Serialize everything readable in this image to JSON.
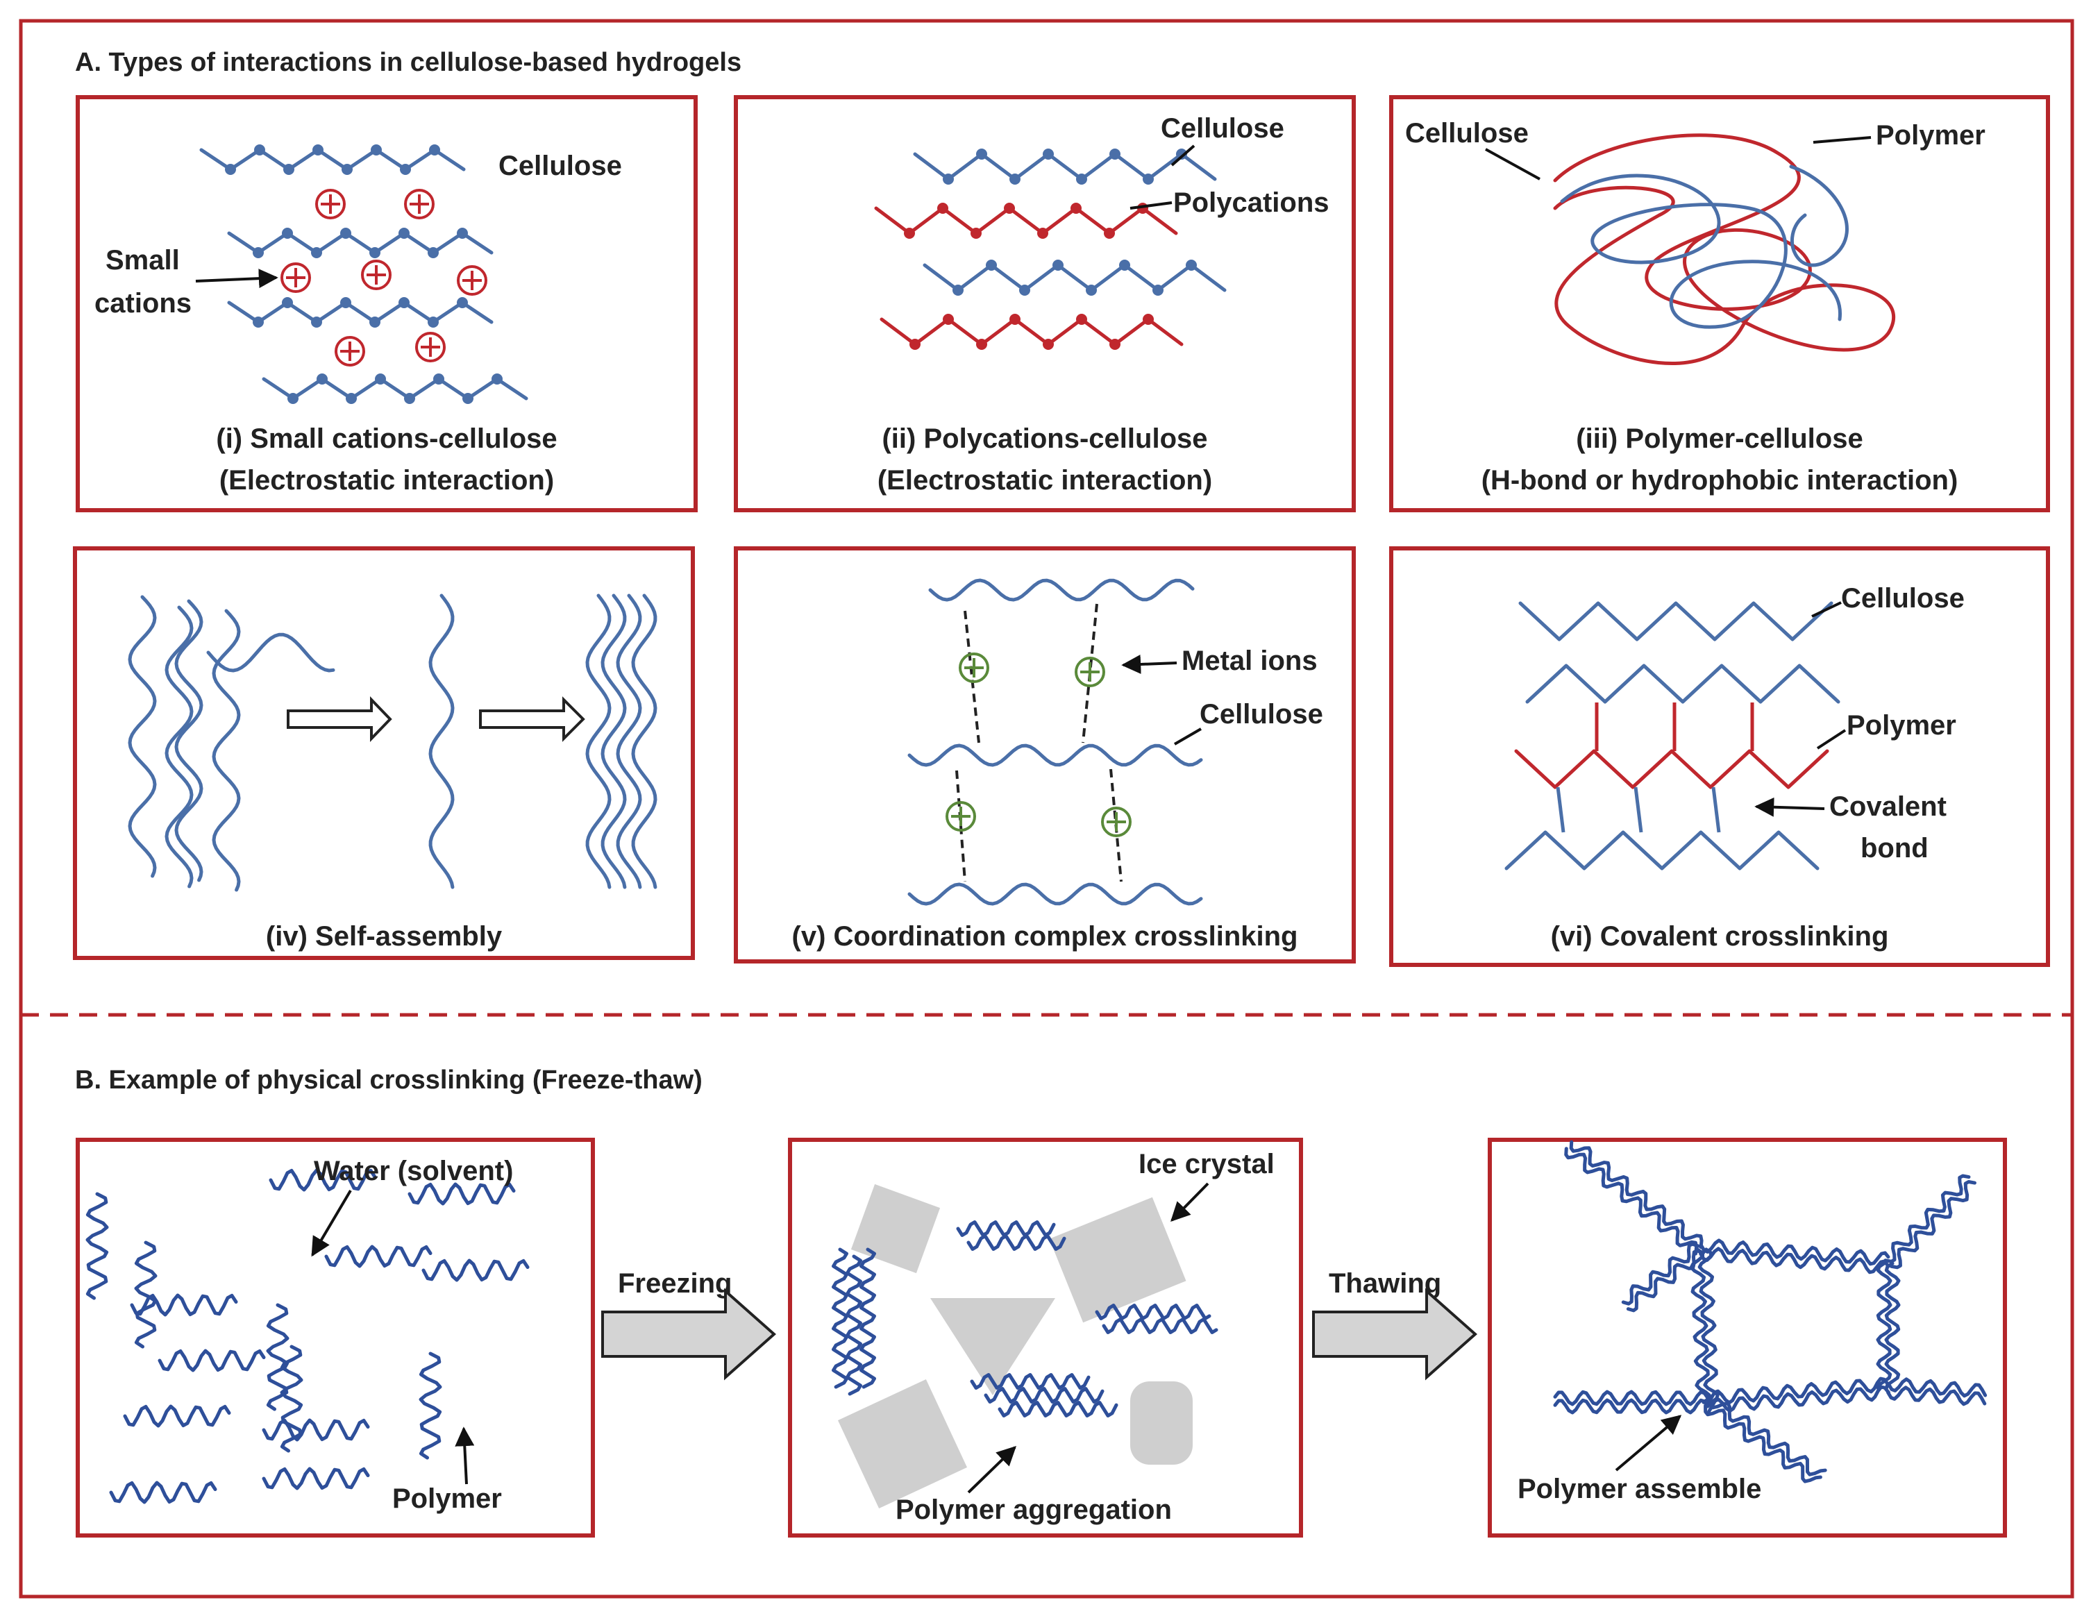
{
  "colors": {
    "frame": "#b5262a",
    "cellulose": "#4a6fa8",
    "polymer_red": "#c0272d",
    "freeze_polymer": "#2e4f9a",
    "metal_ion": "#5a8a3a",
    "ice": "#cfcfcf",
    "arrow_fill": "#d4d4d4"
  },
  "section_a": {
    "title": "A. Types of interactions in cellulose-based hydrogels",
    "panels": [
      {
        "caption1": "(i)  Small cations-cellulose",
        "caption2": "(Electrostatic interaction)",
        "labels": {
          "cellulose": "Cellulose",
          "small": "Small",
          "cations": "cations"
        }
      },
      {
        "caption1": "(ii) Polycations-cellulose",
        "caption2": "(Electrostatic interaction)",
        "labels": {
          "cellulose": "Cellulose",
          "polycations": "Polycations"
        }
      },
      {
        "caption1": "(iii) Polymer-cellulose",
        "caption2": "(H-bond or hydrophobic interaction)",
        "labels": {
          "cellulose": "Cellulose",
          "polymer": "Polymer"
        }
      },
      {
        "caption1": "(iv) Self-assembly",
        "labels": {}
      },
      {
        "caption1": "(v) Coordination complex crosslinking",
        "labels": {
          "metal_ions": "Metal ions",
          "cellulose": "Cellulose"
        }
      },
      {
        "caption1": "(vi) Covalent crosslinking",
        "labels": {
          "cellulose": "Cellulose",
          "polymer": "Polymer",
          "covalent": "Covalent",
          "bond": "bond"
        }
      }
    ]
  },
  "section_b": {
    "title": "B. Example of  physical crosslinking (Freeze-thaw)",
    "arrow1": "Freezing",
    "arrow2": "Thawing",
    "panel1": {
      "water": "Water (solvent)",
      "polymer": "Polymer"
    },
    "panel2": {
      "ice": "Ice crystal",
      "aggregation": "Polymer aggregation"
    },
    "panel3": {
      "assemble": "Polymer assemble"
    }
  }
}
